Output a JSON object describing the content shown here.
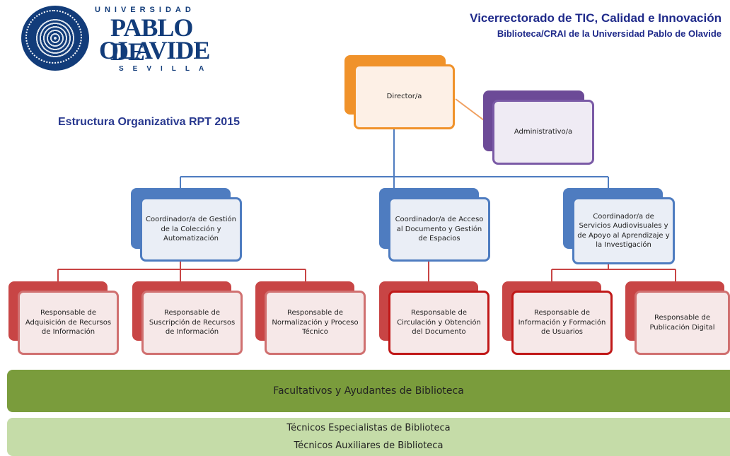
{
  "logo": {
    "universidad": "UNIVERSIDAD",
    "pablo": "PABLO DE",
    "olavide": "OLAVIDE",
    "sevilla": "SEVILLA"
  },
  "header": {
    "line1": "Vicerrectorado de TIC, Calidad e Innovación",
    "line2": "Biblioteca/CRAI de la Universidad Pablo de Olavide"
  },
  "title": "Estructura Organizativa RPT 2015",
  "nodes": {
    "director": "Director/a",
    "administrativo": "Administrativo/a",
    "coord_coleccion": "Coordinador/a de Gestión de la Colección y Automatización",
    "coord_acceso": "Coordinador/a de Acceso al Documento y Gestión de Espacios",
    "coord_servicios": "Coordinador/a de Servicios Audiovisuales y de Apoyo al Aprendizaje y la Investigación",
    "resp_adquisicion": "Responsable de Adquisición de Recursos de Información",
    "resp_suscripcion": "Responsable de Suscripción de Recursos de Información",
    "resp_normalizacion": "Responsable de Normalización y Proceso Técnico",
    "resp_circulacion": "Responsable de Circulación y Obtención del Documento",
    "resp_informacion": "Responsable de Información y Formación de Usuarios",
    "resp_publicacion": "Responsable de Publicación Digital"
  },
  "bands": {
    "facultativos": "Facultativos y Ayudantes de Biblioteca",
    "especialistas": "Técnicos Especialistas de Biblioteca",
    "auxiliares": "Técnicos Auxiliares de Biblioteca"
  },
  "colors": {
    "director": "#f0922a",
    "administrativo": "#6c4a97",
    "coordinador": "#4e7cc0",
    "responsable": "#c84545",
    "band_dark": "#7a9c3c",
    "band_light": "#c5dca8",
    "header_text": "#1f2a8a"
  }
}
